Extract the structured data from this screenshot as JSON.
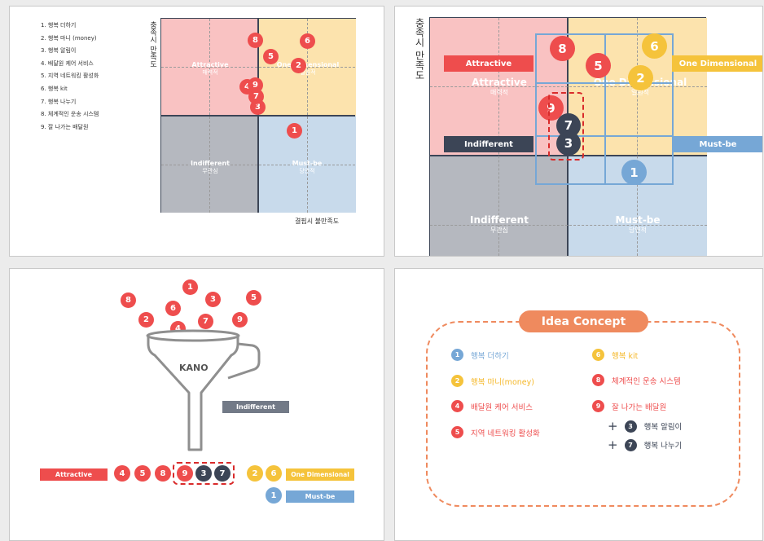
{
  "legend": [
    "1. 행복 더하기",
    "2. 행복 마니 (money)",
    "3. 행복 알림이",
    "4. 배달원 케어 서비스",
    "5. 지역 네트워킹 활성화",
    "6. 행복 kit",
    "7. 행복 나누기",
    "8. 체계적인 운송 시스템",
    "9. 잘 나가는 배달원"
  ],
  "axes": {
    "y_label": "충족시 만족도",
    "x_label": "결핍시 불만족도"
  },
  "quadrants": {
    "attractive": {
      "label": "Attractive",
      "sub": "매력적"
    },
    "one_dimensional": {
      "label": "One Dimensional",
      "sub": "일원적"
    },
    "indifferent": {
      "label": "Indifferent",
      "sub": "무관심"
    },
    "must_be": {
      "label": "Must-be",
      "sub": "당연적"
    }
  },
  "funnel": {
    "label": "KANO",
    "indifferent_tag": "Indifferent",
    "attractive_tag": "Attractive",
    "one_dimensional_tag": "One Dimensional",
    "must_be_tag": "Must-be"
  },
  "idea": {
    "title": "Idea Concept",
    "items": {
      "i1": {
        "num": "1",
        "label": "행복 더하기"
      },
      "i2": {
        "num": "2",
        "label": "행복 마니(money)"
      },
      "i4": {
        "num": "4",
        "label": "배달원 케어 서비스"
      },
      "i5": {
        "num": "5",
        "label": "지역 네트워킹 활성화"
      },
      "i6": {
        "num": "6",
        "label": "행복 kit"
      },
      "i8": {
        "num": "8",
        "label": "체계적인 운송 시스템"
      },
      "i9": {
        "num": "9",
        "label": "잘 나가는 배달원"
      },
      "i3": {
        "num": "3",
        "label": "행복 알림이"
      },
      "i7": {
        "num": "7",
        "label": "행복 나누기"
      }
    },
    "plus": "+"
  },
  "colors": {
    "red": "#ee4d4d",
    "dark": "#3c4556",
    "yellow": "#f5c33b",
    "blue": "#76a7d6",
    "orange": "#ef8a5e"
  },
  "nums": {
    "n1": "1",
    "n2": "2",
    "n3": "3",
    "n4": "4",
    "n5": "5",
    "n6": "6",
    "n7": "7",
    "n8": "8",
    "n9": "9"
  }
}
